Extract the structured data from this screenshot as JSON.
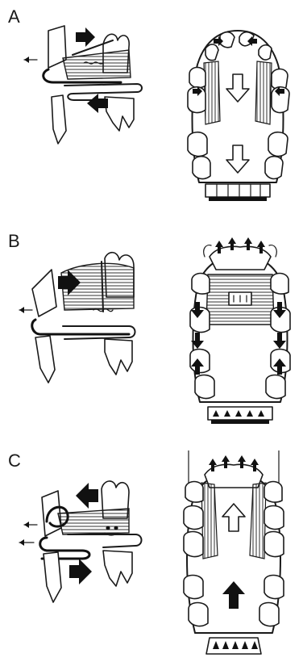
{
  "panels": [
    {
      "id": "A",
      "label": "A"
    },
    {
      "id": "B",
      "label": "B"
    },
    {
      "id": "C",
      "label": "C"
    }
  ]
}
